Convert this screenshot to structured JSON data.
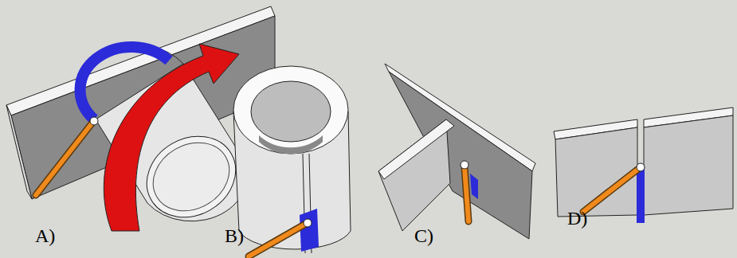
{
  "diagram": {
    "labels": [
      "A)",
      "B)",
      "C)",
      "D)"
    ]
  }
}
